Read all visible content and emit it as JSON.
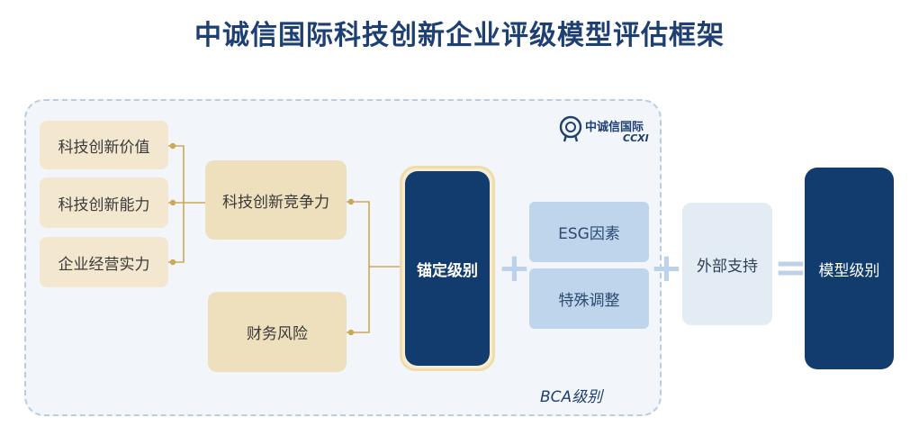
{
  "title": "中诚信国际科技创新企业评级模型评估框架",
  "logo": {
    "name_cn": "中诚信国际",
    "name_en": "CCXI"
  },
  "frame_label": "BCA级别",
  "inputs": [
    "科技创新价值",
    "科技创新能力",
    "企业经营实力"
  ],
  "competitiveness": "科技创新竞争力",
  "financial_risk": "财务风险",
  "anchor_level": "锚定级别",
  "adjustments": [
    "ESG因素",
    "特殊调整"
  ],
  "external_support": "外部支持",
  "model_level": "模型级别",
  "colors": {
    "navy": "#123c6e",
    "tan": "#f3e8cf",
    "light_blue": "#bfd5ec",
    "connector": "#c9a85a"
  }
}
